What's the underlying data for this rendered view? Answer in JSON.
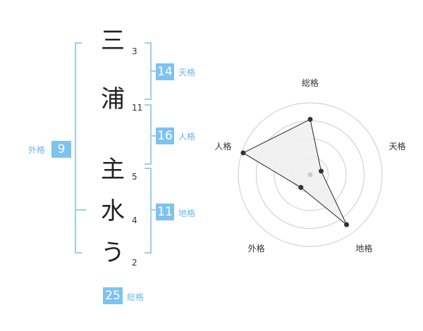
{
  "name": {
    "characters": [
      {
        "char": "三",
        "strokes": "3"
      },
      {
        "char": "浦",
        "strokes": "11"
      },
      {
        "char": "主",
        "strokes": "5"
      },
      {
        "char": "水",
        "strokes": "4"
      },
      {
        "char": "う",
        "strokes": "2"
      }
    ]
  },
  "fortune": {
    "tenkaku": {
      "value": "14",
      "label": "天格"
    },
    "jinkaku": {
      "value": "16",
      "label": "人格"
    },
    "chikaku": {
      "value": "11",
      "label": "地格"
    },
    "gaikaku": {
      "value": "9",
      "label": "外格"
    },
    "soukaku": {
      "value": "25",
      "label": "総格"
    }
  },
  "chart_data": {
    "type": "radar",
    "axes": [
      "総格",
      "天格",
      "地格",
      "外格",
      "人格"
    ],
    "values": [
      0.77,
      0.16,
      0.86,
      0.22,
      0.98
    ],
    "max": 1,
    "rings": 4,
    "colors": {
      "fill": "#efefef",
      "line": "#222222",
      "grid": "#cccccc",
      "center": "#cccccc"
    }
  }
}
